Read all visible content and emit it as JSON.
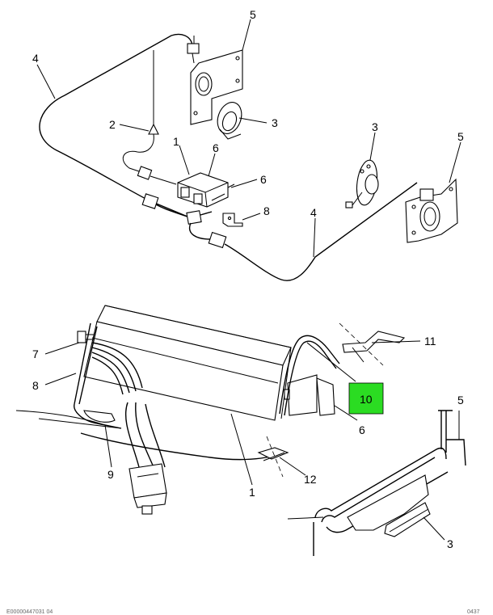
{
  "callouts": {
    "top": {
      "l5a": "5",
      "l4a": "4",
      "l2": "2",
      "l3a": "3",
      "l1": "1",
      "l6a": "6",
      "l6b": "6",
      "l8": "8",
      "l3b": "3",
      "l5b": "5",
      "l4b": "4"
    },
    "bottom": {
      "l7": "7",
      "l8": "8",
      "l9": "9",
      "l1": "1",
      "l12": "12",
      "l11": "11",
      "l10": "10",
      "l6": "6",
      "l5": "5",
      "l3": "3"
    }
  },
  "highlight_color": "#2bdc22",
  "footer": {
    "left": "E00000447031 04",
    "right": "0437"
  }
}
